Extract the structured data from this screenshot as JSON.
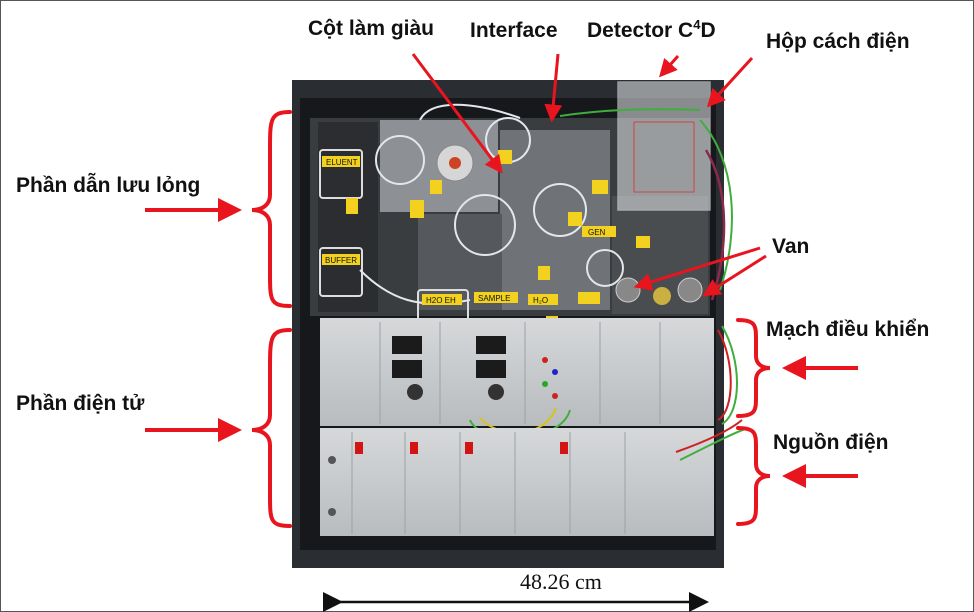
{
  "labels": {
    "cot_lam_giau": "Cột làm giàu",
    "interface": "Interface",
    "detector_prefix": "Detector C",
    "detector_sup": "4",
    "detector_suffix": "D",
    "hop_cach_dien": "Hộp cách điện",
    "phan_dan_luu_long": "Phần dẫn lưu lỏng",
    "van": "Van",
    "mach_dieu_khien": "Mạch điều khiển",
    "phan_dien_tu": "Phần điện tử",
    "nguon_dien": "Nguồn điện"
  },
  "device_tags": {
    "eluent": "ELUENT",
    "buffer": "BUFFER",
    "sample": "SAMPLE",
    "h2o_left": "H2O EH",
    "h2o_right": "H₂O",
    "gen": "GEN"
  },
  "dimension": "48.26 cm",
  "colors": {
    "arrow": "#e8141e",
    "cabinet": "#1c1f24",
    "panel": "#c9ccce"
  }
}
